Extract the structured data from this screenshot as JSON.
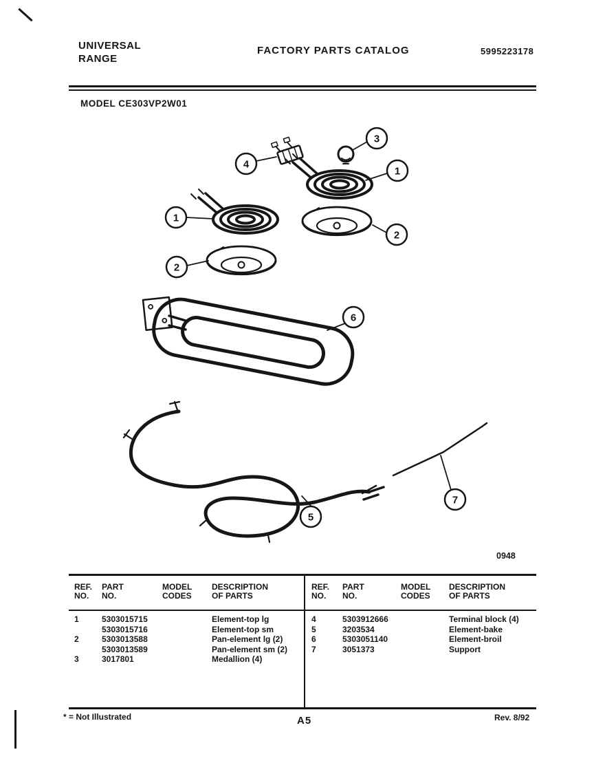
{
  "page": {
    "brand_line1": "UNIVERSAL",
    "brand_line2": "RANGE",
    "title": "FACTORY PARTS CATALOG",
    "publication_number": "5995223178",
    "model_line": "MODEL CE303VP2W01",
    "figure_code": "0948",
    "footnote": "* = Not Illustrated",
    "page_number": "A5",
    "revision": "Rev. 8/92"
  },
  "diagram": {
    "callouts": [
      "1",
      "2",
      "3",
      "4",
      "5",
      "6",
      "7"
    ]
  },
  "table": {
    "headers": {
      "ref_1": "REF.",
      "ref_2": "NO.",
      "part_1": "PART",
      "part_2": "NO.",
      "codes_1": "MODEL",
      "codes_2": "CODES",
      "desc_1": "DESCRIPTION",
      "desc_2": "OF PARTS"
    },
    "left_rows": [
      {
        "ref": "1",
        "part": "5303015715",
        "codes": "",
        "desc": "Element-top lg"
      },
      {
        "ref": "",
        "part": "5303015716",
        "codes": "",
        "desc": "Element-top sm"
      },
      {
        "ref": "2",
        "part": "5303013588",
        "codes": "",
        "desc": "Pan-element lg (2)"
      },
      {
        "ref": "",
        "part": "5303013589",
        "codes": "",
        "desc": "Pan-element sm (2)"
      },
      {
        "ref": "3",
        "part": "3017801",
        "codes": "",
        "desc": "Medallion (4)"
      }
    ],
    "right_rows": [
      {
        "ref": "4",
        "part": "5303912666",
        "codes": "",
        "desc": "Terminal block (4)"
      },
      {
        "ref": "5",
        "part": "3203534",
        "codes": "",
        "desc": "Element-bake"
      },
      {
        "ref": "6",
        "part": "5303051140",
        "codes": "",
        "desc": "Element-broil"
      },
      {
        "ref": "7",
        "part": "3051373",
        "codes": "",
        "desc": "Support"
      }
    ]
  }
}
